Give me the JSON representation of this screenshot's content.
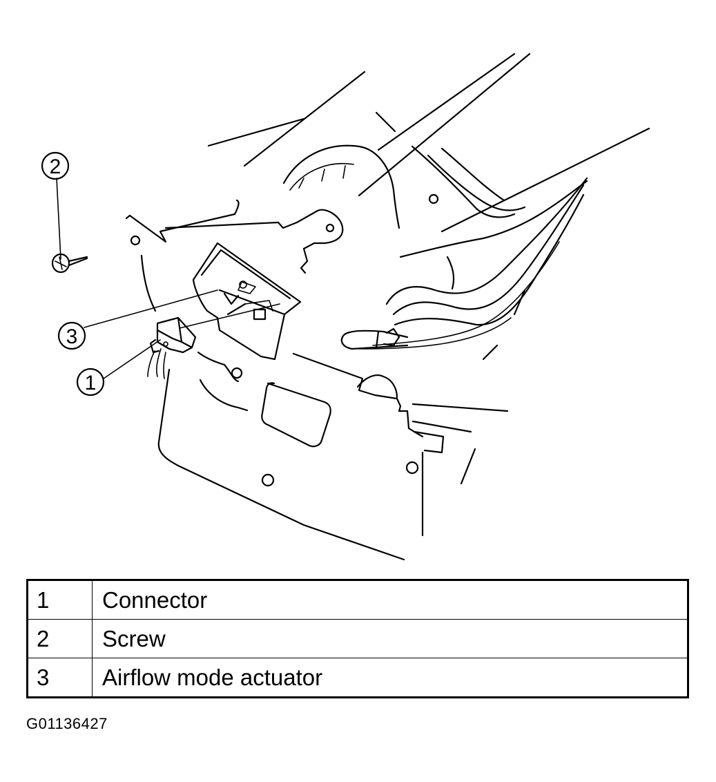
{
  "callouts": [
    "2",
    "3",
    "1"
  ],
  "legend": [
    {
      "num": "1",
      "label": "Connector"
    },
    {
      "num": "2",
      "label": "Screw"
    },
    {
      "num": "3",
      "label": "Airflow mode actuator"
    }
  ],
  "figure_id": "G01136427"
}
